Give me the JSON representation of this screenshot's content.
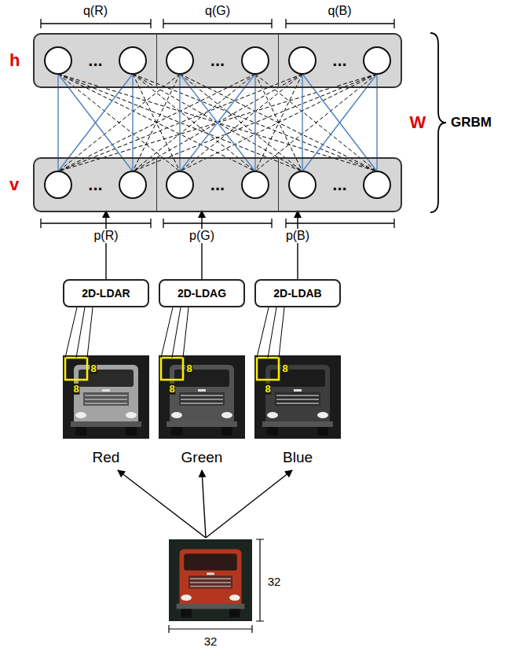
{
  "diagram": {
    "nodes": [
      {
        "text": [
          "h"
        ]
      },
      {
        "text": [
          "..."
        ],
        "in": 0
      },
      {
        "text": [
          "..."
        ],
        "in": 0
      },
      {
        "text": [
          "..."
        ],
        "in": 0
      },
      {
        "text": [
          "v"
        ]
      },
      {
        "text": [
          "..."
        ],
        "in": 4
      },
      {
        "text": [
          "..."
        ],
        "in": 4
      },
      {
        "text": [
          "..."
        ],
        "in": 4
      },
      {
        "text": [
          "2D-LDAR"
        ]
      },
      {
        "text": [
          "2D-LDAG"
        ]
      },
      {
        "text": [
          "2D-LDAB"
        ]
      }
    ],
    "edges": [
      {
        "from": 8,
        "to": 5,
        "arrow": "to"
      },
      {
        "from": 9,
        "to": 6,
        "arrow": "to"
      },
      {
        "from": 10,
        "to": 7,
        "arrow": "to"
      }
    ],
    "labels": [
      "q(R)",
      "q(G)",
      "q(B)",
      "W",
      "GRBM",
      "p(R)",
      "p(G)",
      "p(B)",
      "8",
      "8",
      "8",
      "8",
      "8",
      "8",
      "Red",
      "Green",
      "Blue",
      "32",
      "32"
    ]
  }
}
